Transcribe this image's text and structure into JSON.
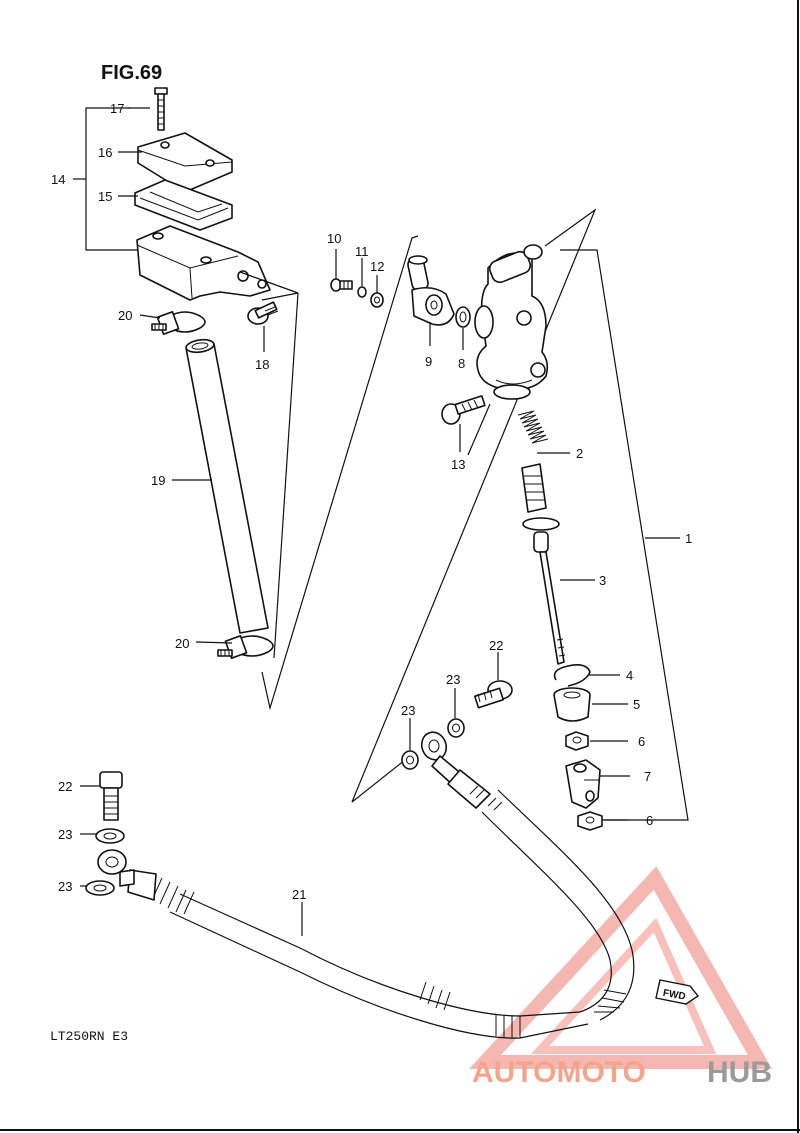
{
  "figure_title": "FIG.69",
  "model_code": "LT250RN  E3",
  "watermark": {
    "word_a": "AUTOMOTO",
    "word_b": "HUB",
    "color_a": "#f5a48c",
    "color_b": "#9a9a9a",
    "triangle_color": "#f08a80"
  },
  "fwd_label": "FWD",
  "callouts": {
    "c1": "1",
    "c2": "2",
    "c3": "3",
    "c4": "4",
    "c5": "5",
    "c6a": "6",
    "c6b": "6",
    "c7": "7",
    "c8": "8",
    "c9": "9",
    "c10": "10",
    "c11": "11",
    "c12": "12",
    "c13": "13",
    "c14": "14",
    "c15": "15",
    "c16": "16",
    "c17": "17",
    "c18": "18",
    "c19": "19",
    "c20a": "20",
    "c20b": "20",
    "c21": "21",
    "c22a": "22",
    "c22b": "22",
    "c23a": "23",
    "c23b": "23",
    "c23c": "23",
    "c23d": "23"
  }
}
